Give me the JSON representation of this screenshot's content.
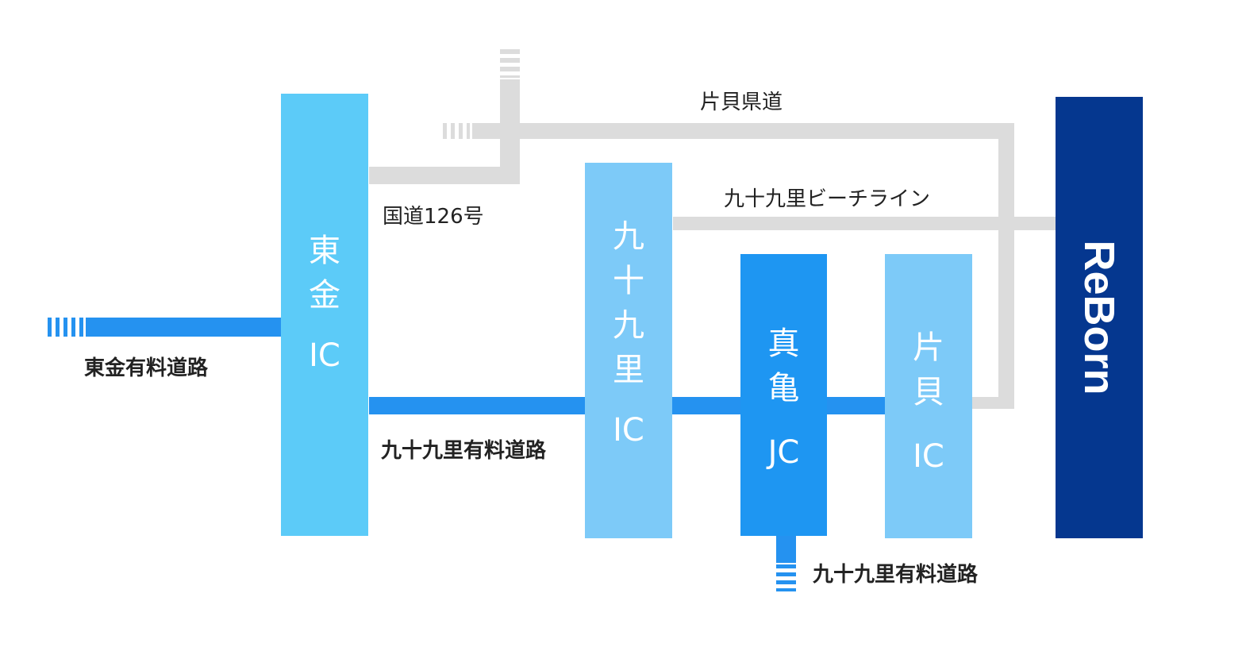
{
  "roads": {
    "katakai_prefectural": "片貝県道",
    "route126": "国道126号",
    "beach_line": "九十九里ビーチライン",
    "togane_toll": "東金有料道路",
    "kujukuri_toll": "九十九里有料道路",
    "kujukuri_toll_south": "九十九里有料道路"
  },
  "nodes": {
    "togane": {
      "chars": [
        "東",
        "金"
      ],
      "suffix": "IC"
    },
    "kujukuri": {
      "chars": [
        "九",
        "十",
        "九",
        "里"
      ],
      "suffix": "IC"
    },
    "makame": {
      "chars": [
        "真",
        "亀"
      ],
      "suffix": "JC"
    },
    "katakai": {
      "chars": [
        "片",
        "貝"
      ],
      "suffix": "IC"
    },
    "destination": "ReBorn"
  },
  "colors": {
    "toll": "#2592f0",
    "ic": "#5ccbf8",
    "ic_light": "#7dcaf8",
    "jc": "#1e96f2",
    "destination": "#05378f",
    "road": "#dcdcdc"
  }
}
